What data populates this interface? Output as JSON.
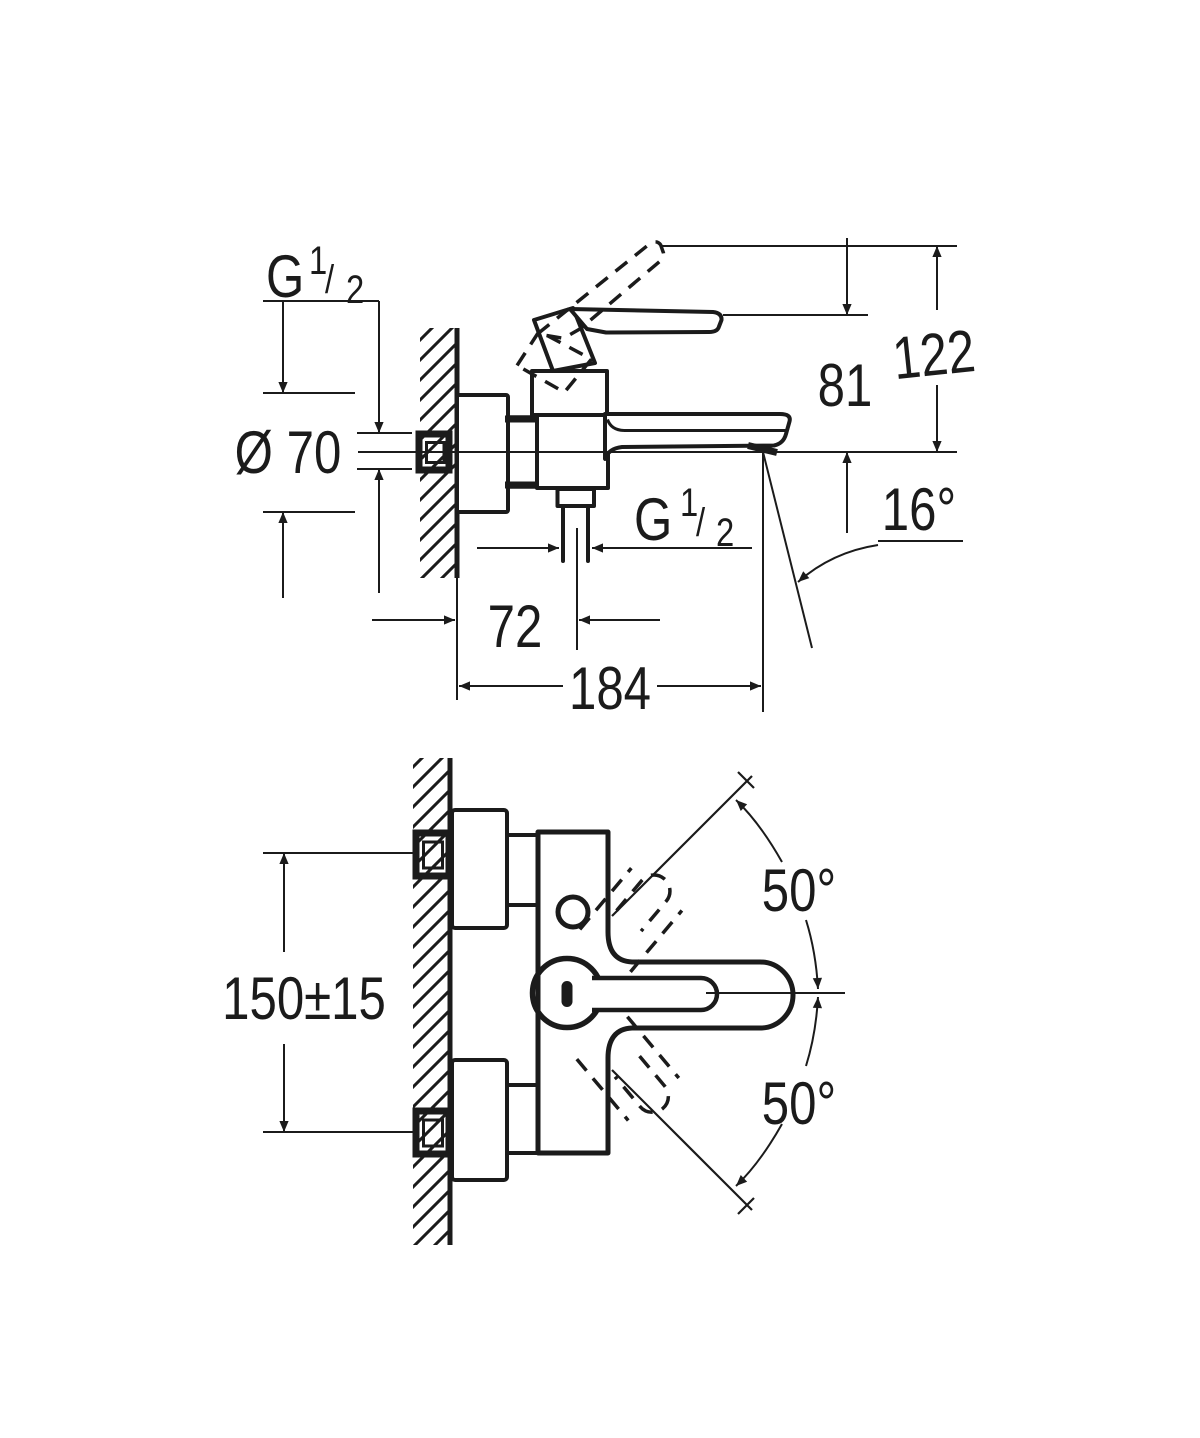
{
  "colors": {
    "background": "#ffffff",
    "line": "#1b1b1b"
  },
  "labels": {
    "thread_g": "G",
    "thread_num": "1",
    "thread_slash": "/",
    "thread_den": "2",
    "flange_diameter": "Ø 70",
    "height_total": "122",
    "height_spout": "81",
    "spout_angle": "16°",
    "wall_to_outlet": "72",
    "total_projection": "184",
    "mounting_distance": "150±15",
    "swivel_angle_up": "50°",
    "swivel_angle_down": "50°"
  }
}
